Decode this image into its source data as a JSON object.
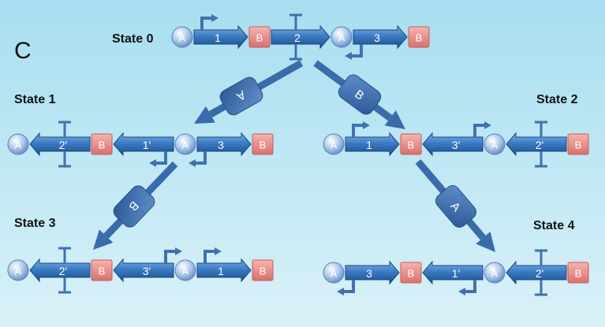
{
  "panel_label": "C",
  "states": [
    {
      "id": "s0",
      "label": "State 0"
    },
    {
      "id": "s1",
      "label": "State 1"
    },
    {
      "id": "s2",
      "label": "State 2"
    },
    {
      "id": "s3",
      "label": "State 3"
    },
    {
      "id": "s4",
      "label": "State 4"
    }
  ],
  "site_a": "A",
  "site_b": "B",
  "recombinase_labels": {
    "s0_s1": "A",
    "s0_s2": "B",
    "s1_s3": "B",
    "s2_s4": "A"
  },
  "constructs": {
    "s0": [
      "1",
      "2",
      "3"
    ],
    "s1": [
      "2'",
      "1'",
      "3"
    ],
    "s2": [
      "1",
      "3'",
      "2'"
    ],
    "s3": [
      "2'",
      "3'",
      "1"
    ],
    "s4": [
      "3",
      "1'",
      "2'"
    ]
  },
  "colors": {
    "background": "#bfe6f4",
    "gene": "#2f6fb6",
    "gene_dark": "#1d4f8c",
    "site_a": "#8fb1dd",
    "site_b": "#e58a86",
    "recombinase": "#3a6bab",
    "promoter": "#3f72ad"
  }
}
